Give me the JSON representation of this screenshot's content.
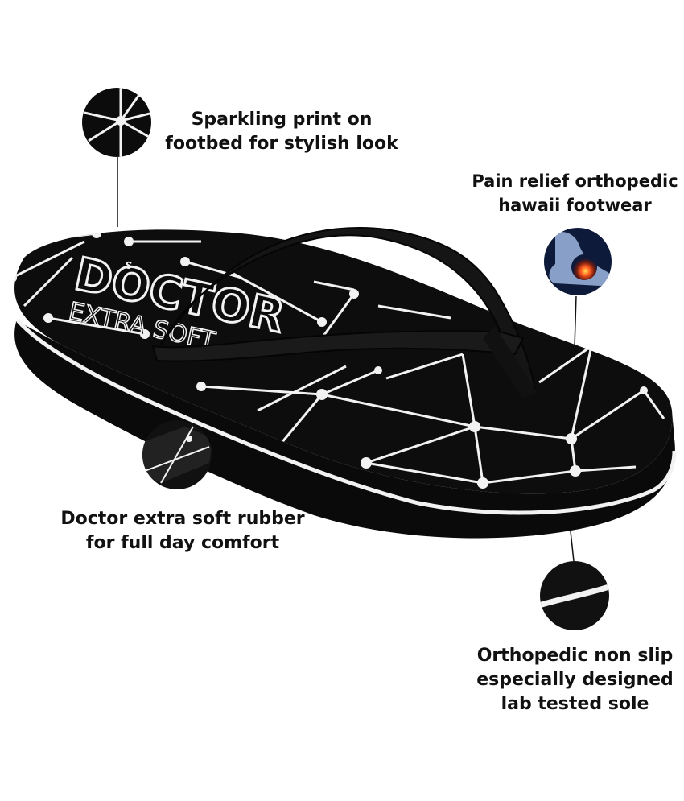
{
  "callouts": {
    "print": {
      "line1": "Sparkling print on",
      "line2": "footbed  for stylish look",
      "icon": "print-detail-icon"
    },
    "relief": {
      "line1": "Pain relief orthopedic",
      "line2": "hawaii footwear",
      "icon": "foot-pain-icon"
    },
    "rubber": {
      "line1": "Doctor extra soft rubber",
      "line2": "for full day comfort",
      "icon": "rubber-detail-icon"
    },
    "sole": {
      "line1": "Orthopedic non slip",
      "line2": "especially designed",
      "line3": "lab tested sole",
      "icon": "sole-detail-icon"
    }
  },
  "product": {
    "brand": "DOCTOR",
    "tagline": "EXTRA SOFT",
    "size_mark": "S",
    "colors": {
      "body": "#0b0b0b",
      "print": "#f2f2f2",
      "accent": "#e03a1a"
    }
  }
}
